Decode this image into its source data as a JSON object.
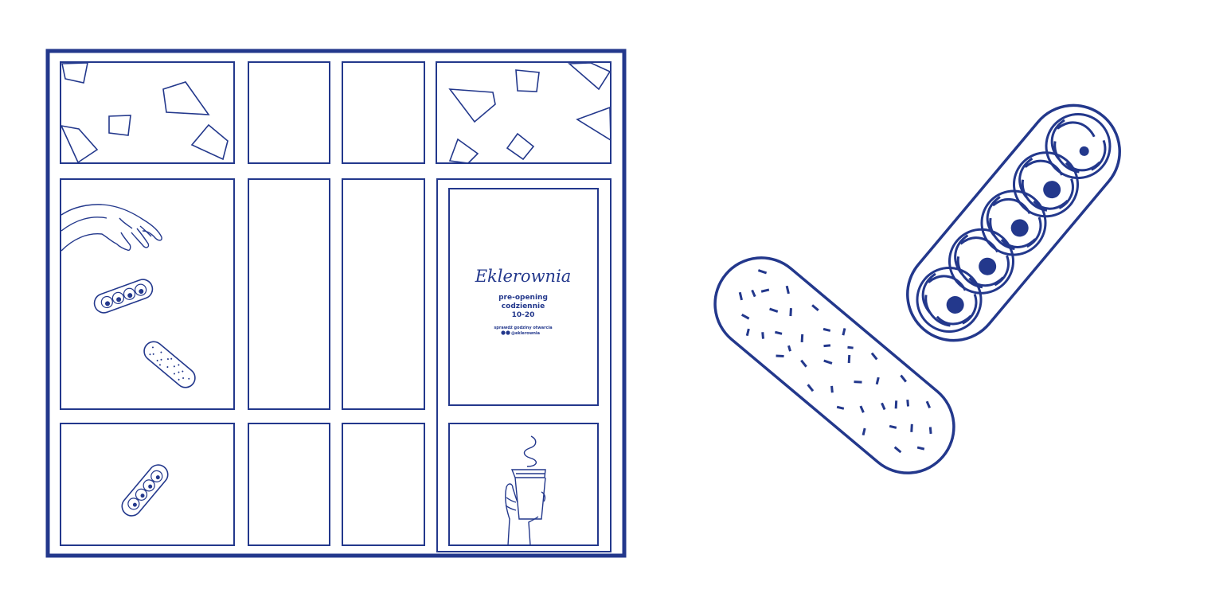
{
  "poster": {
    "brand": "Eklerownia",
    "line1": "pre-opening",
    "line2": "codziennie",
    "line3": "10-20",
    "note": "sprawdź godziny otwarcia",
    "handle": "@eklerownia"
  },
  "colors": {
    "ink": "#23388c",
    "background": "#ffffff"
  },
  "icons": [
    "hand-illustration",
    "eclair-icon",
    "coffee-cup-illustration",
    "confetti-icon"
  ]
}
